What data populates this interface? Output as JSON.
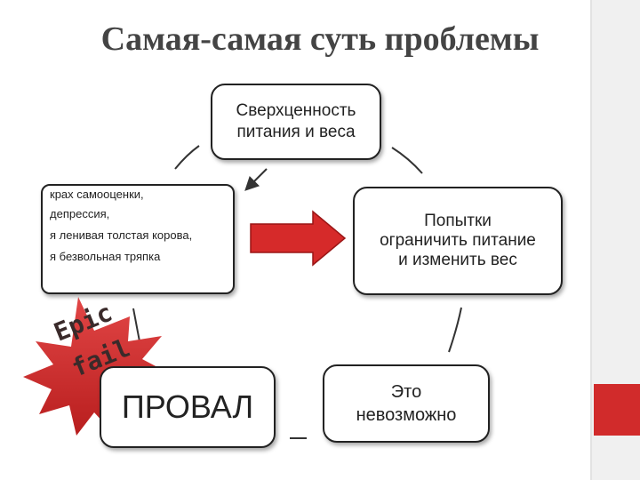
{
  "title": "Самая-самая суть проблемы",
  "nodes": {
    "overprice": "Сверхценность\nпитания и веса",
    "attempts": "Попытки\nограничить питание\nи изменить вес",
    "impossible": "Это\nневозможно",
    "fail": "ПРОВАЛ"
  },
  "consequences": [
    "крах самооценки,",
    "депрессия,",
    "я ленивая толстая корова,",
    "я безвольная тряпка"
  ],
  "badge": {
    "line1": "Epic",
    "line2": "fail",
    "color": "#e01b1b"
  },
  "colors": {
    "accent": "#d12b2b",
    "arrow": "#d62a2a",
    "title": "#444444"
  }
}
